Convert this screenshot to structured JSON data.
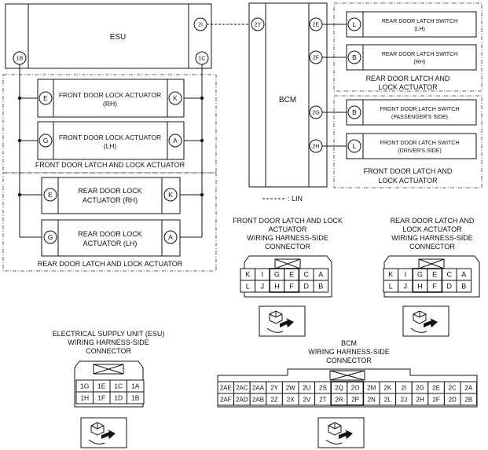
{
  "esu": {
    "label": "ESU",
    "pin_2i": "2I",
    "pin_1b": "1B",
    "pin_1c": "1C"
  },
  "bcm": {
    "label": "BCM",
    "pin_2y": "2Y",
    "pin_2e": "2E",
    "pin_2f": "2F",
    "pin_2g": "2G",
    "pin_2h": "2H"
  },
  "lin_legend": ": LIN",
  "front_lock_rh": {
    "line1": "FRONT DOOR LOCK ACTUATOR",
    "line2": "(RH)",
    "pin_left": "E",
    "pin_right": "K"
  },
  "front_lock_lh": {
    "line1": "FRONT DOOR LOCK ACTUATOR",
    "line2": "(LH)",
    "pin_left": "G",
    "pin_right": "A"
  },
  "front_group_label": "FRONT DOOR LATCH AND LOCK ACTUATOR",
  "rear_lock_rh": {
    "line1": "REAR DOOR LOCK",
    "line2": "ACTUATOR (RH)",
    "pin_left": "E",
    "pin_right": "K"
  },
  "rear_lock_lh": {
    "line1": "REAR DOOR LOCK",
    "line2": "ACTUATOR (LH)",
    "pin_left": "G",
    "pin_right": "A"
  },
  "rear_group_label": "REAR DOOR LATCH AND LOCK ACTUATOR",
  "rear_latch_lh": {
    "line1": "REAR DOOR LATCH SWITCH",
    "line2": "(LH)",
    "pin": "L"
  },
  "rear_latch_rh": {
    "line1": "REAR DOOR LATCH SWITCH",
    "line2": "(RH)",
    "pin": "B"
  },
  "rear_latch_group": {
    "line1": "REAR DOOR LATCH AND",
    "line2": "LOCK ACTUATOR"
  },
  "front_latch_pass": {
    "line1": "FRONT DOOR LATCH SWITCH",
    "line2": "(PASSENGER'S SIDE)",
    "pin": "B"
  },
  "front_latch_drv": {
    "line1": "FRONT DOOR LATCH SWITCH",
    "line2": "(DRIVER'S SIDE)",
    "pin": "L"
  },
  "front_latch_group": {
    "line1": "FRONT DOOR LATCH AND",
    "line2": "LOCK ACTUATOR"
  },
  "front_conn": {
    "line1": "FRONT DOOR LATCH AND LOCK",
    "line2": "ACTUATOR",
    "line3": "WIRING HARNESS-SIDE",
    "line4": "CONNECTOR",
    "row1": [
      "K",
      "I",
      "G",
      "E",
      "C",
      "A"
    ],
    "row2": [
      "L",
      "J",
      "H",
      "F",
      "D",
      "B"
    ]
  },
  "rear_conn": {
    "line1": "REAR DOOR LATCH AND",
    "line2": "LOCK ACTUATOR",
    "line3": "WIRING HARNESS-SIDE",
    "line4": "CONNECTOR",
    "row1": [
      "K",
      "I",
      "G",
      "E",
      "C",
      "A"
    ],
    "row2": [
      "L",
      "J",
      "H",
      "F",
      "D",
      "B"
    ]
  },
  "esu_conn": {
    "line1": "ELECTRICAL SUPPLY UNIT (ESU)",
    "line2": "WIRING HARNESS-SIDE",
    "line3": "CONNECTOR",
    "row1": [
      "1G",
      "1E",
      "1C",
      "1A"
    ],
    "row2": [
      "1H",
      "1F",
      "1D",
      "1B"
    ]
  },
  "bcm_conn": {
    "line1": "BCM",
    "line2": "WIRING HARNESS-SIDE",
    "line3": "CONNECTOR",
    "row1": [
      "2AE",
      "2AC",
      "2AA",
      "2Y",
      "2W",
      "2U",
      "2S",
      "2Q",
      "2O",
      "2M",
      "2K",
      "2I",
      "2G",
      "2E",
      "2C",
      "2A"
    ],
    "row2": [
      "2AF",
      "2AD",
      "2AB",
      "2Z",
      "2X",
      "2V",
      "2T",
      "2R",
      "2P",
      "2N",
      "2L",
      "2J",
      "2H",
      "2F",
      "2D",
      "2B"
    ]
  }
}
